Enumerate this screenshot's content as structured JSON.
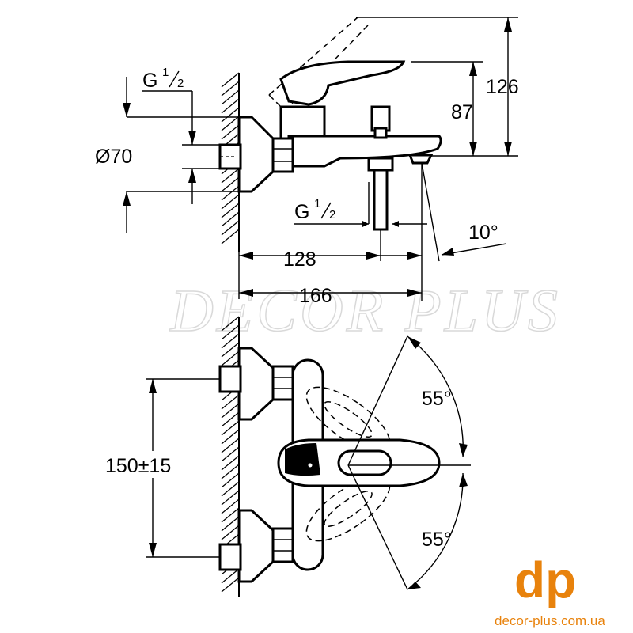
{
  "dimensions": {
    "height_total": "126",
    "height_spout": "87",
    "thread_top": {
      "base": "G",
      "num": "1",
      "den": "2"
    },
    "escutcheon_diameter": "Ø70",
    "thread_bottom": {
      "base": "G",
      "num": "1",
      "den": "2"
    },
    "spout_angle": "10°",
    "depth_outlet": "128",
    "depth_total": "166",
    "centers": "150±15",
    "lever_up": "55°",
    "lever_down": "55°"
  },
  "watermark": {
    "text": "DECOR PLUS"
  },
  "logo": {
    "letters": "dp",
    "url": "decor-plus.com.ua",
    "color": "#e8820c"
  }
}
